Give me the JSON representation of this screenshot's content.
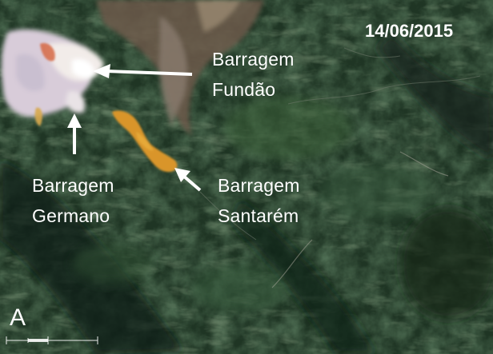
{
  "image": {
    "date": "14/06/2015",
    "panel_letter": "A",
    "labels": {
      "fundao": [
        "Barragem",
        "Fundão"
      ],
      "germano": [
        "Barragem",
        "Germano"
      ],
      "santarem": [
        "Barragem",
        "Santarém"
      ]
    },
    "colors": {
      "forest_dark": "#16261a",
      "forest_mid": "#2c4a2e",
      "tailings": "#e6dfe6",
      "sediment_orange": "#d9952a",
      "annotation": "#ffffff"
    }
  }
}
